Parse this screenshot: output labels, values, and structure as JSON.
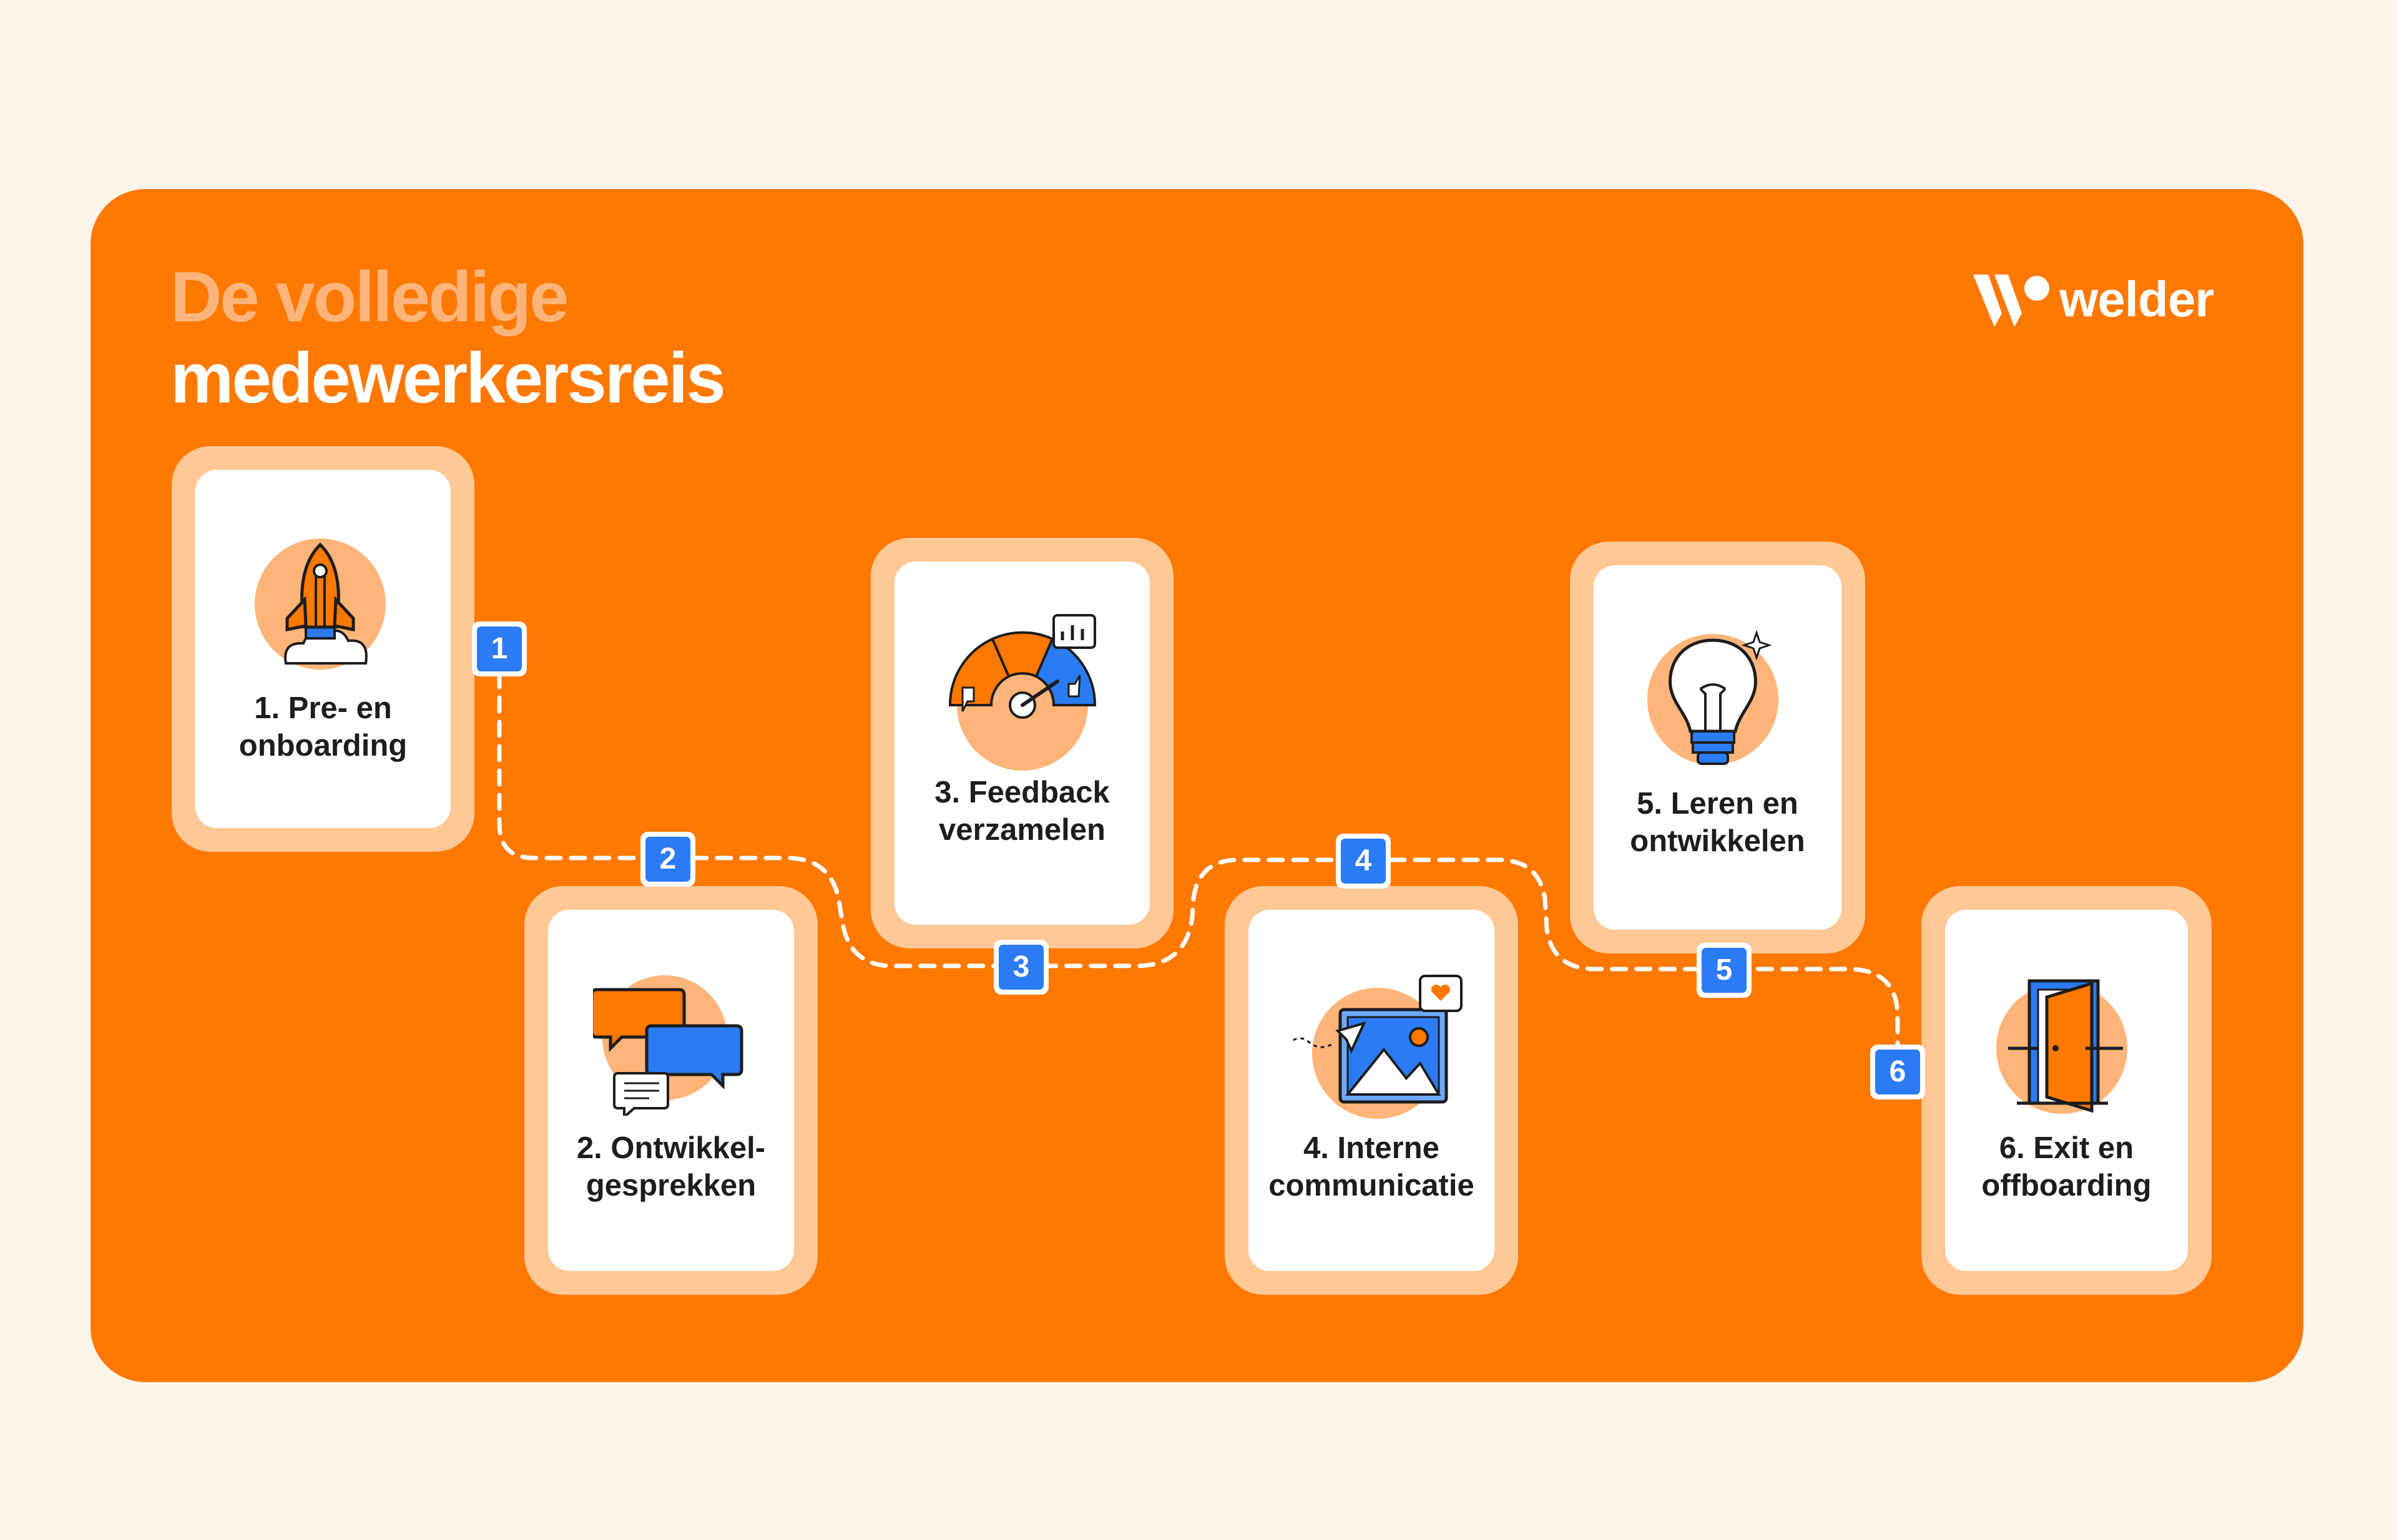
{
  "title": {
    "line1": "De volledige",
    "line2": "medewerkersreis"
  },
  "brand": {
    "name": "welder"
  },
  "colors": {
    "background": "#FEF4EA",
    "panel": "#FF7800",
    "card_frame": "#FFC895",
    "badge": "#2B7BF4",
    "accent_light": "#FFB57A"
  },
  "steps": [
    {
      "number": "1",
      "label_line1": "1. Pre- en",
      "label_line2": "onboarding",
      "icon": "rocket-icon"
    },
    {
      "number": "2",
      "label_line1": "2. Ontwikkel-",
      "label_line2": "gesprekken",
      "icon": "chat-bubbles-icon"
    },
    {
      "number": "3",
      "label_line1": "3. Feedback",
      "label_line2": "verzamelen",
      "icon": "feedback-gauge-icon"
    },
    {
      "number": "4",
      "label_line1": "4. Interne",
      "label_line2": "communicatie",
      "icon": "image-message-icon"
    },
    {
      "number": "5",
      "label_line1": "5. Leren en",
      "label_line2": "ontwikkelen",
      "icon": "lightbulb-icon"
    },
    {
      "number": "6",
      "label_line1": "6. Exit en",
      "label_line2": "offboarding",
      "icon": "open-door-icon"
    }
  ]
}
